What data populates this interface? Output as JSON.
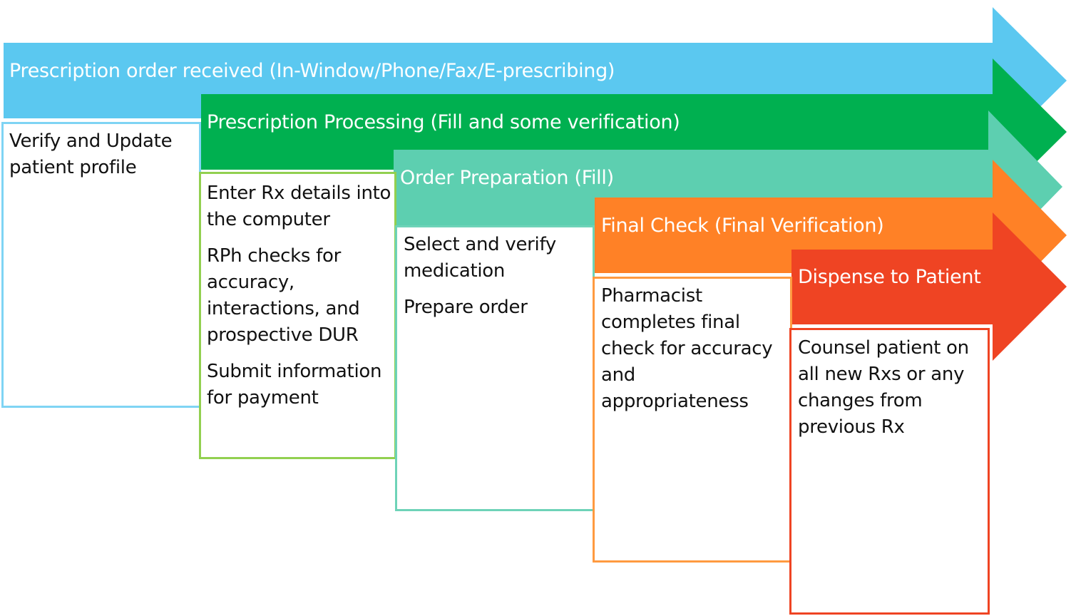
{
  "stages": [
    {
      "title": "Prescription order received (In-Window/Phone/Fax/E-prescribing)",
      "color": "#5bc8f0",
      "tasks": [
        "Verify and Update patient profile"
      ]
    },
    {
      "title": "Prescription Processing (Fill and some verification)",
      "color": "#00b050",
      "tasks": [
        "Enter Rx details into the computer",
        "RPh checks for accuracy, interactions, and prospective DUR",
        "Submit information for payment"
      ]
    },
    {
      "title": "Order Preparation (Fill)",
      "color": "#5dcfb0",
      "tasks": [
        "Select and verify medication",
        "Prepare order"
      ]
    },
    {
      "title": "Final Check (Final Verification)",
      "color": "#ff8126",
      "tasks": [
        "Pharmacist completes final check for accuracy and appropriateness"
      ]
    },
    {
      "title": "Dispense to Patient",
      "color": "#ef4423",
      "tasks": [
        "Counsel patient on all new Rxs or any changes from previous Rx"
      ]
    }
  ],
  "colors": {
    "box_border_1": "#7fd4f4",
    "box_border_2": "#92d050",
    "box_border_3": "#6ed3b8",
    "box_border_4": "#ff9a40",
    "box_border_5": "#ef4423",
    "text": "#111111",
    "title_text": "#ffffff"
  }
}
